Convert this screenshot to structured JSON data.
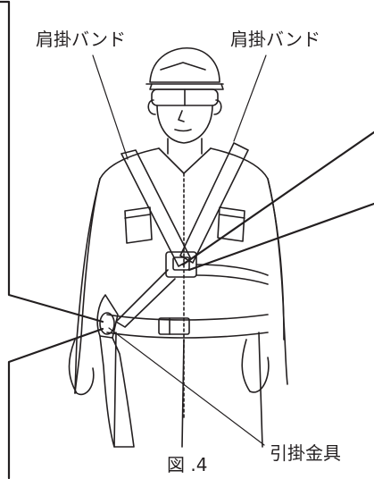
{
  "labels": {
    "shoulder_band_left": "肩掛バンド",
    "shoulder_band_right": "肩掛バンド",
    "hook_fitting": "引掛金具",
    "figure_caption": "図 .4"
  },
  "colors": {
    "ink": "#231f20",
    "background": "#ffffff"
  },
  "illustration": "worker-wearing-harness-line-drawing"
}
